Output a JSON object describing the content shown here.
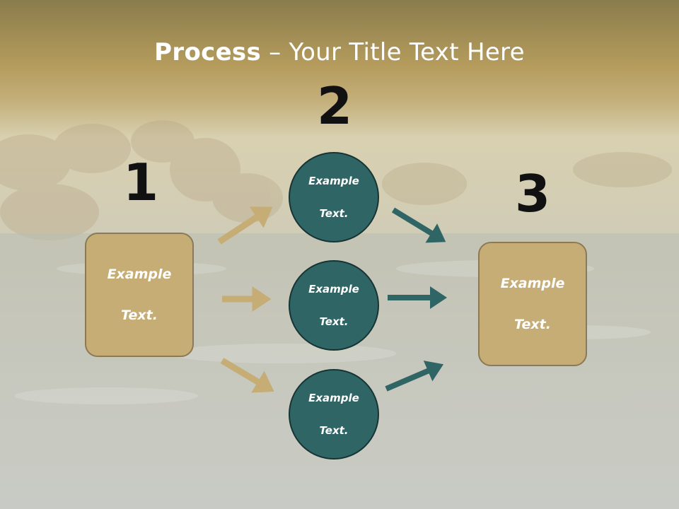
{
  "title": {
    "bold": "Process",
    "rest": " – Your Title Text Here"
  },
  "numbers": [
    "1",
    "2",
    "3"
  ],
  "left_box": {
    "line1": "Example",
    "line2": "Text."
  },
  "circles": [
    {
      "line1": "Example",
      "line2": "Text."
    },
    {
      "line1": "Example",
      "line2": "Text."
    },
    {
      "line1": "Example",
      "line2": "Text."
    }
  ],
  "right_box": {
    "line1": "Example",
    "line2": "Text."
  },
  "colors": {
    "tan": "#c6ac75",
    "teal": "#2f6565",
    "title_bar": "#b59c5d",
    "title_text": "#ffffff"
  },
  "icons": [
    "arrow-icon"
  ]
}
